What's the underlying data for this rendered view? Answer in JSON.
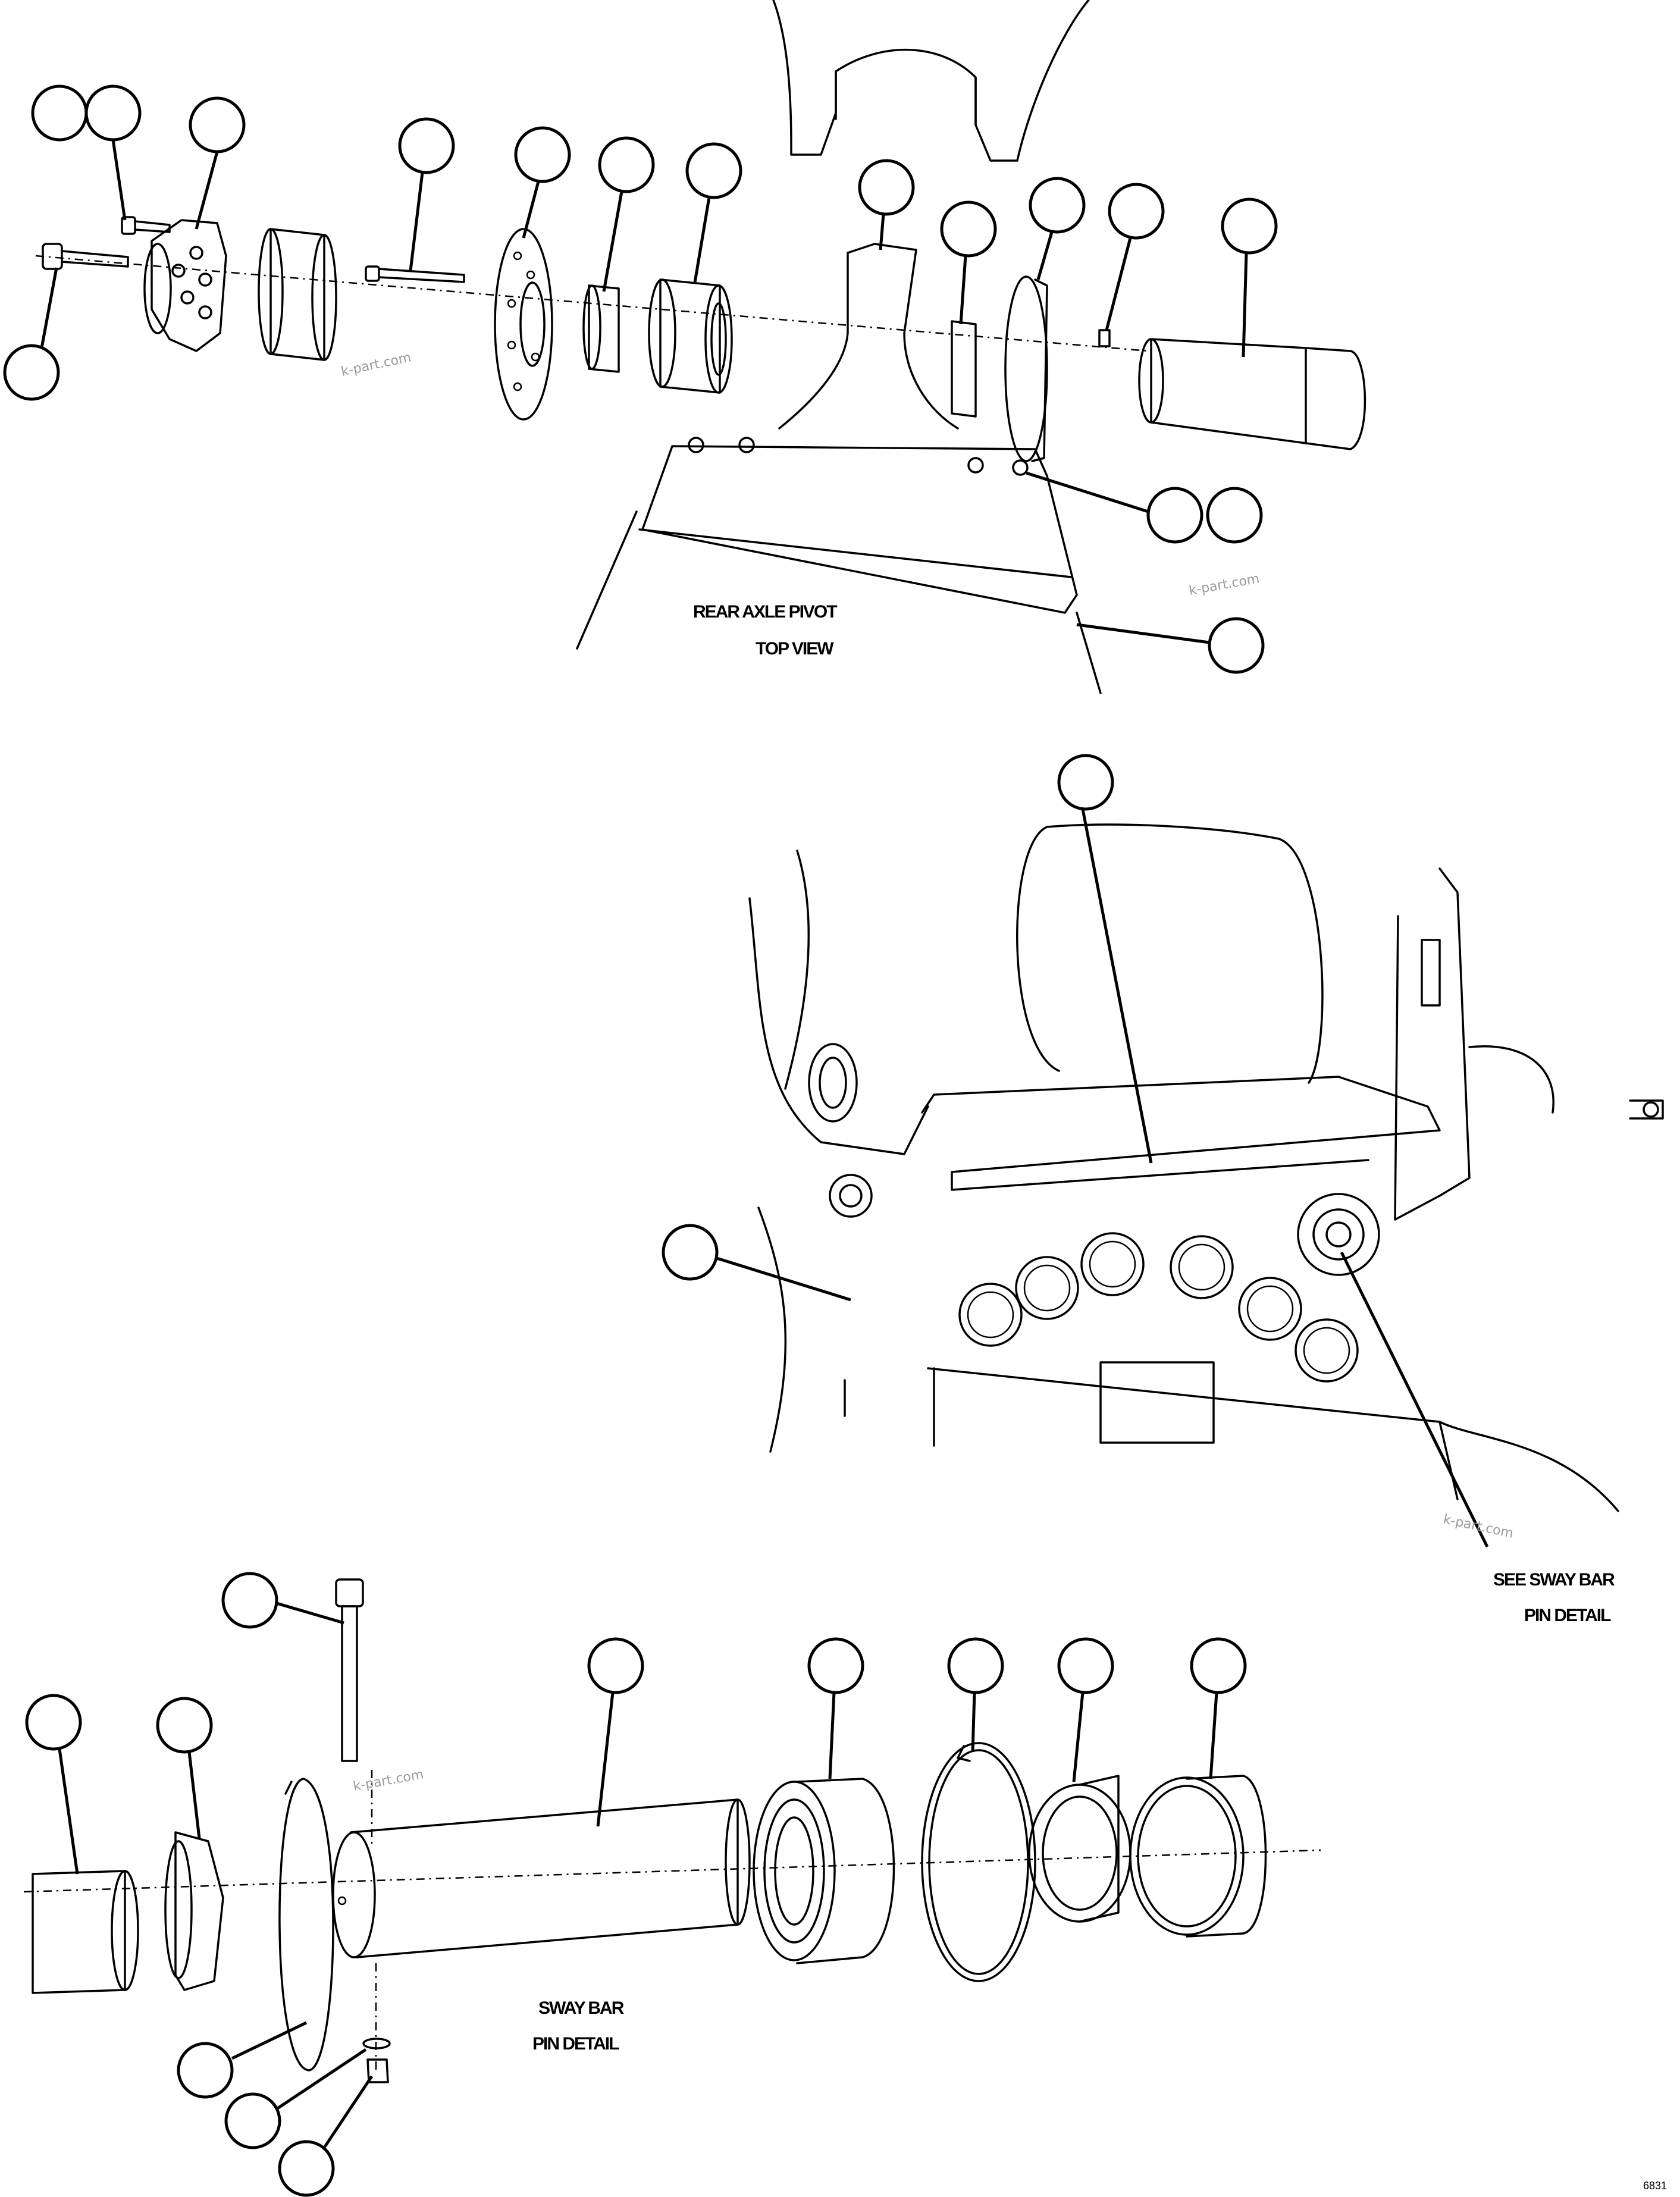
{
  "view_titles": {
    "rear_axle_line1": "REAR AXLE PIVOT",
    "rear_axle_line2": "TOP VIEW",
    "sway_line1": "SWAY BAR",
    "sway_line2": "PIN DETAIL",
    "see_line1": "SEE SWAY BAR",
    "see_line2": "PIN DETAIL"
  },
  "watermark": "k-part.com",
  "drawing_code": "6831"
}
